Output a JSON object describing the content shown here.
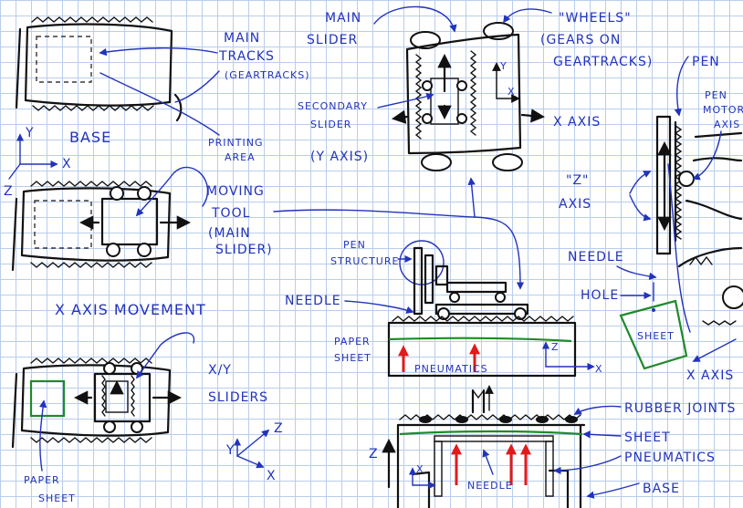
{
  "labels": {
    "main_tracks_1": "MAIN",
    "main_tracks_2": "TRACKS",
    "main_tracks_3": "(GEARTRACKS)",
    "base": "BASE",
    "printing_area_1": "PRINTING",
    "printing_area_2": "AREA",
    "moving_tool_1": "MOVING",
    "moving_tool_2": "TOOL",
    "moving_tool_3": "(MAIN",
    "moving_tool_4": "SLIDER)",
    "x_axis_movement": "X AXIS MOVEMENT",
    "xy_sliders_1": "X/Y",
    "xy_sliders_2": "SLIDERS",
    "paper_sheet_left_1": "PAPER",
    "paper_sheet_left_2": "SHEET",
    "main_slider_1": "MAIN",
    "main_slider_2": "SLIDER",
    "wheels_1": "\"WHEELS\"",
    "wheels_2": "(GEARS ON",
    "wheels_3": "GEARTRACKS)",
    "secondary_slider_1": "SECONDARY",
    "secondary_slider_2": "SLIDER",
    "secondary_slider_3": "(Y AXIS)",
    "x_axis": "X AXIS",
    "pen": "PEN",
    "pen_motor_1": "PEN",
    "pen_motor_2": "MOTOR",
    "pen_motor_3": "AXIS",
    "z_axis_1": "\"Z\"",
    "z_axis_2": "AXIS",
    "needle_right": "NEEDLE",
    "hole": "HOLE",
    "sheet_right": "SHEET",
    "x_axis_right": "X AXIS",
    "pen_structure_1": "PEN",
    "pen_structure_2": "STRUCTURE",
    "needle_mid": "NEEDLE",
    "paper_sheet_mid_1": "PAPER",
    "paper_sheet_mid_2": "SHEET",
    "pneumatics_mid": "PNEUMATICS",
    "rubber_joints": "RUBBER JOINTS",
    "sheet_bottom": "SHEET",
    "pneumatics_bottom": "PNEUMATICS",
    "base_bottom": "BASE",
    "needle_bottom": "NEEDLE"
  },
  "axes": {
    "x": "X",
    "y": "Y",
    "z": "Z"
  },
  "colors": {
    "ink": "#111111",
    "pen_blue": "#2233bb",
    "sheet_green": "#1f8a2a",
    "pneumatic_red": "#e01b1b",
    "grid": "#b9cdec"
  }
}
